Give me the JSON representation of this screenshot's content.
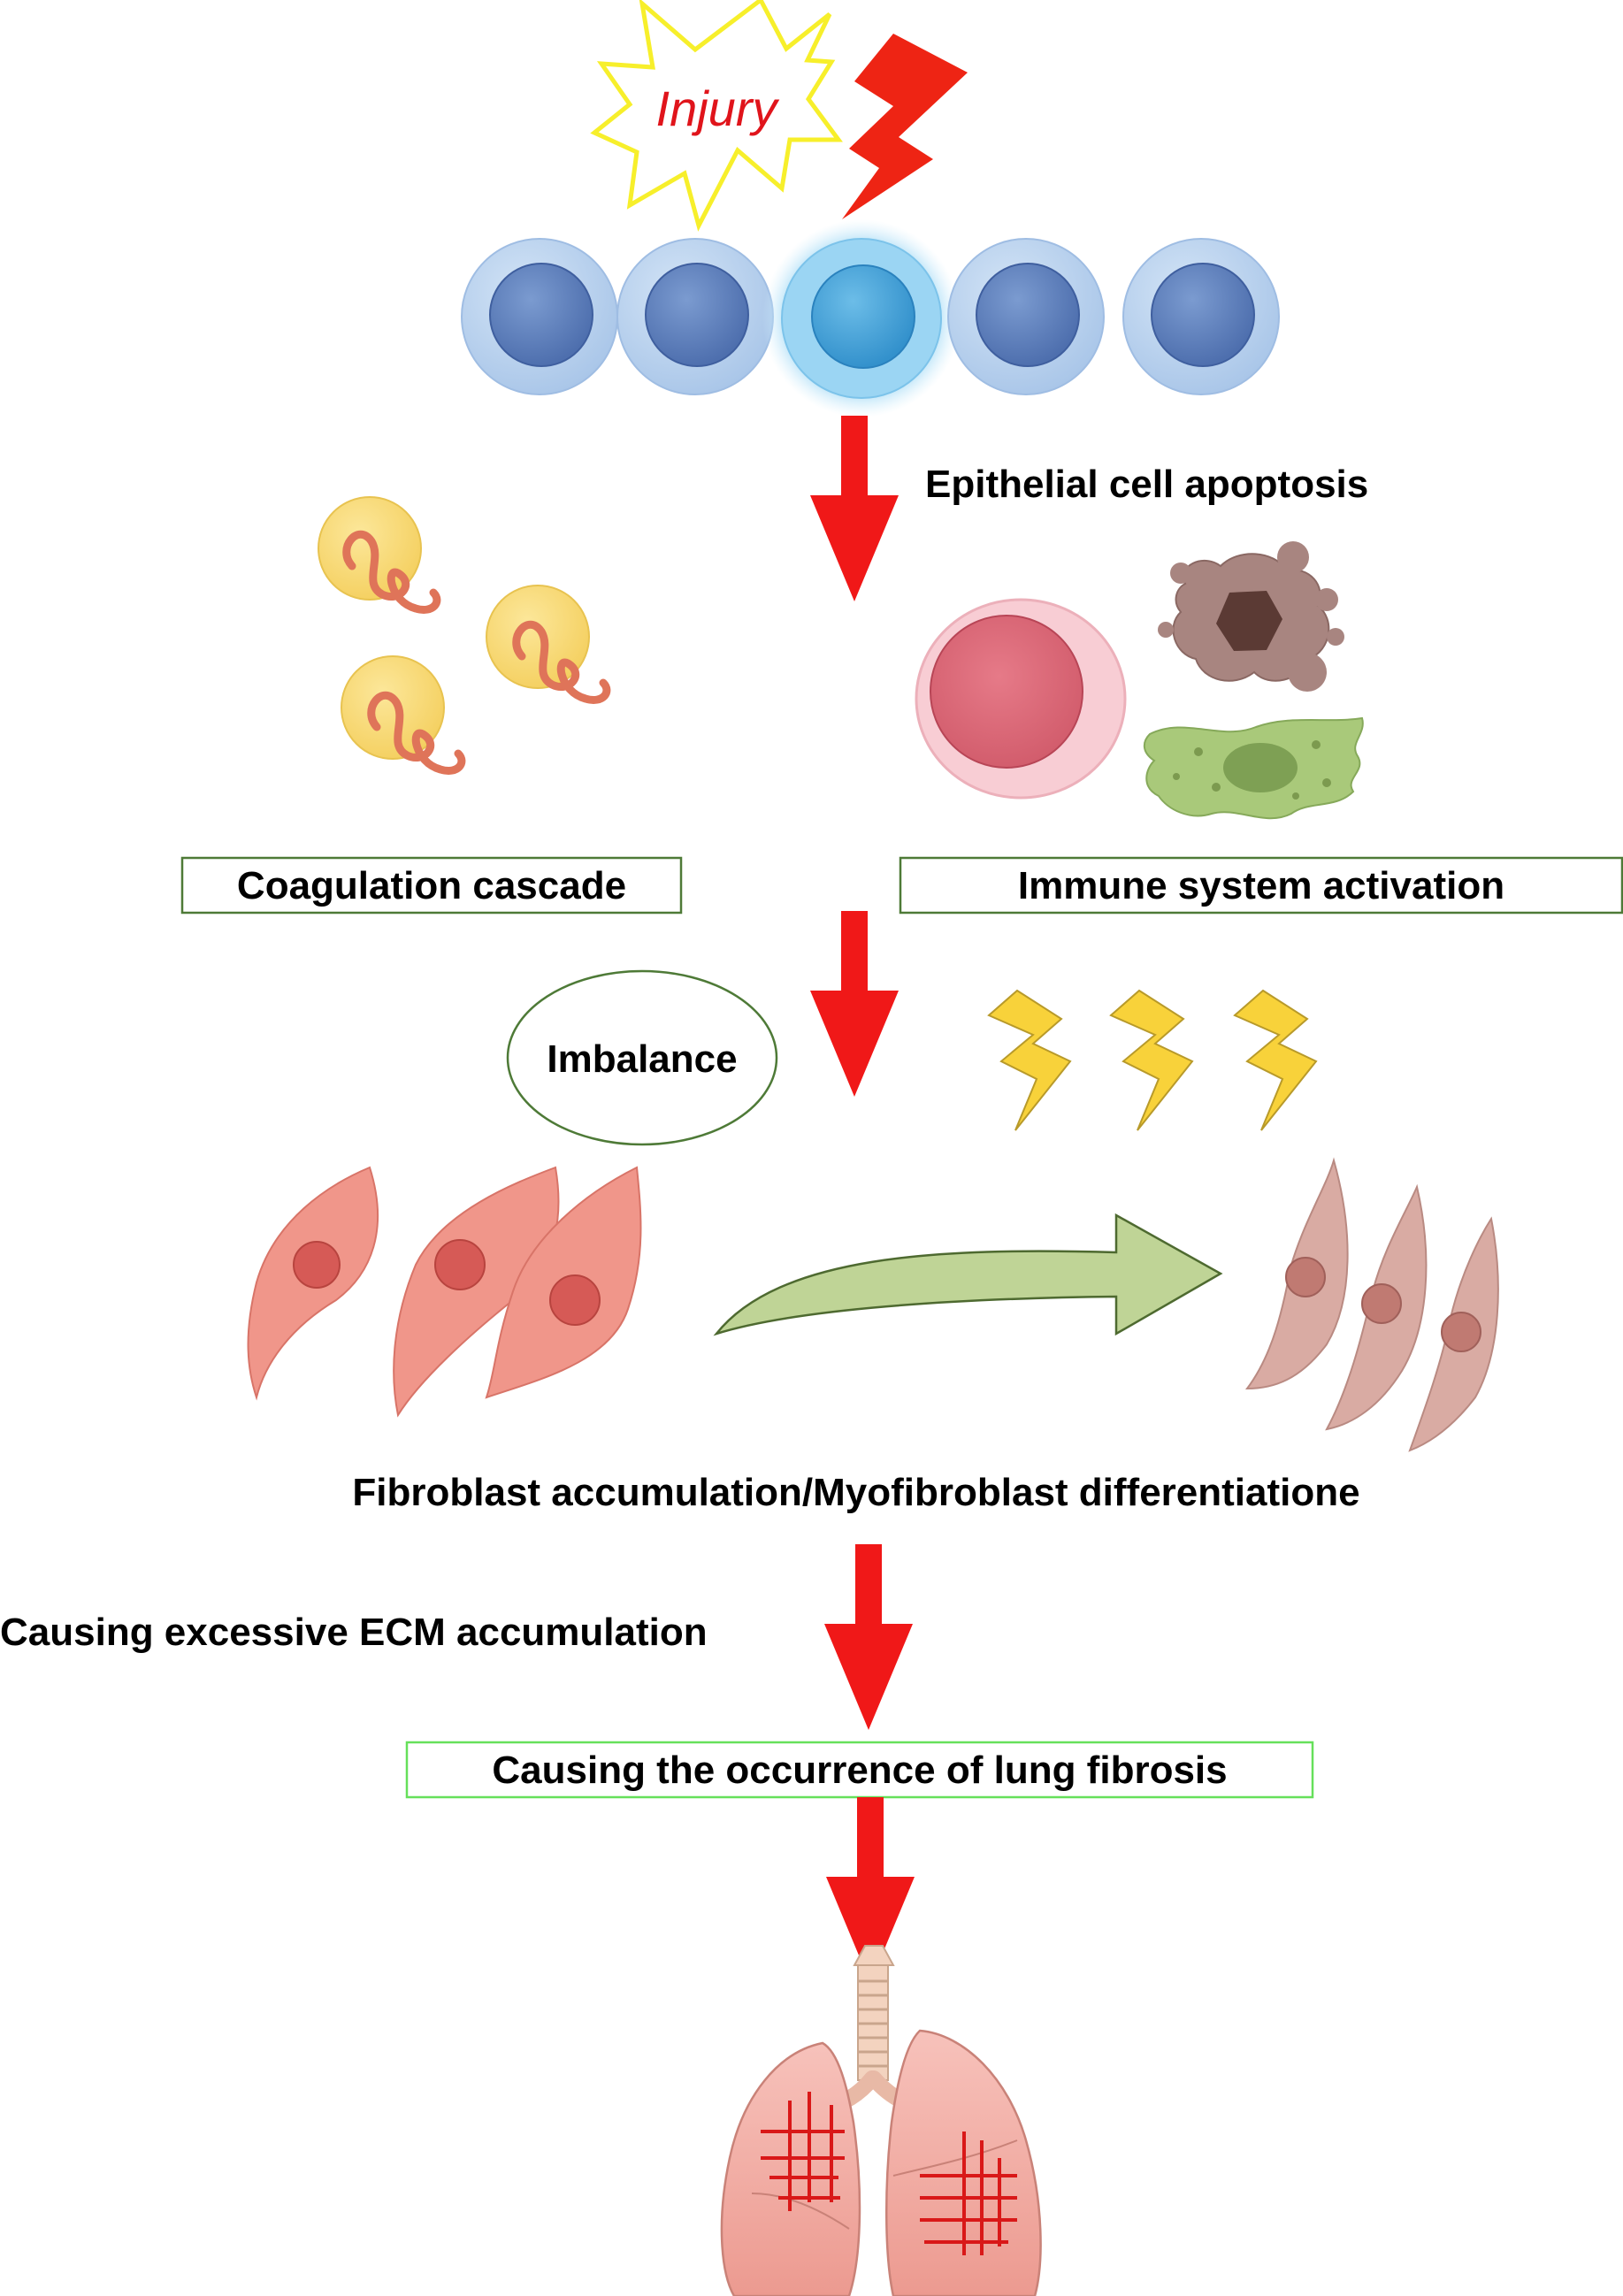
{
  "labels": {
    "injury": "Injury",
    "epithelial_apoptosis": "Epithelial cell apoptosis",
    "coagulation": "Coagulation cascade",
    "immune": "Immune system activation",
    "imbalance": "Imbalance",
    "fibroblast": "Fibroblast accumulation/Myofibroblast differentiatione",
    "ecm": "Causing excessive ECM accumulation",
    "fibrosis": "Causing the occurrence of lung fibrosis"
  },
  "colors": {
    "arrow_red": "#f01818",
    "epithelial_outer": "#b9d3ee",
    "epithelial_nucleus": "#5b7fbd",
    "highlight_outer": "#9ad6f3",
    "highlight_nucleus": "#3e9ed6",
    "platelet": "#f9dc75",
    "fibrin": "#e0775a",
    "box_border": "#4e7a37",
    "box_border_bright": "#66e05a",
    "fibroblast": "#f0968a",
    "myofibroblast": "#d9aba3",
    "process_arrow": "#bfd496",
    "bolt_yellow": "#f8d23a",
    "lung": "#f2a49c",
    "fibrosis_lines": "#d91818"
  },
  "icons": [
    "injury-starburst-icon",
    "lightning-bolt-icon",
    "epithelial-cell-icon",
    "platelet-icon",
    "lymphocyte-icon",
    "necrotic-cell-icon",
    "macrophage-icon",
    "fibroblast-icon",
    "myofibroblast-icon",
    "lungs-icon"
  ]
}
